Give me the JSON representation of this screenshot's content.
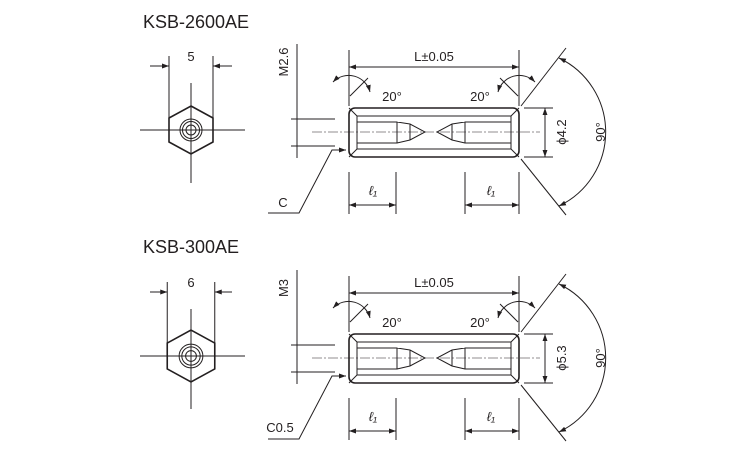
{
  "drawings": [
    {
      "title": "KSB-2600AE",
      "hex_width": "5",
      "thread": "M2.6",
      "length": "L±0.05",
      "angle_left": "20°",
      "angle_right": "20°",
      "diameter": "ϕ4.2",
      "cone_angle": "90°",
      "depth_left": "ℓ₁",
      "depth_right": "ℓ₁",
      "chamfer": "C"
    },
    {
      "title": "KSB-300AE",
      "hex_width": "6",
      "thread": "M3",
      "length": "L±0.05",
      "angle_left": "20°",
      "angle_right": "20°",
      "diameter": "ϕ5.3",
      "cone_angle": "90°",
      "depth_left": "ℓ₁",
      "depth_right": "ℓ₁",
      "chamfer": "C0.5"
    }
  ]
}
